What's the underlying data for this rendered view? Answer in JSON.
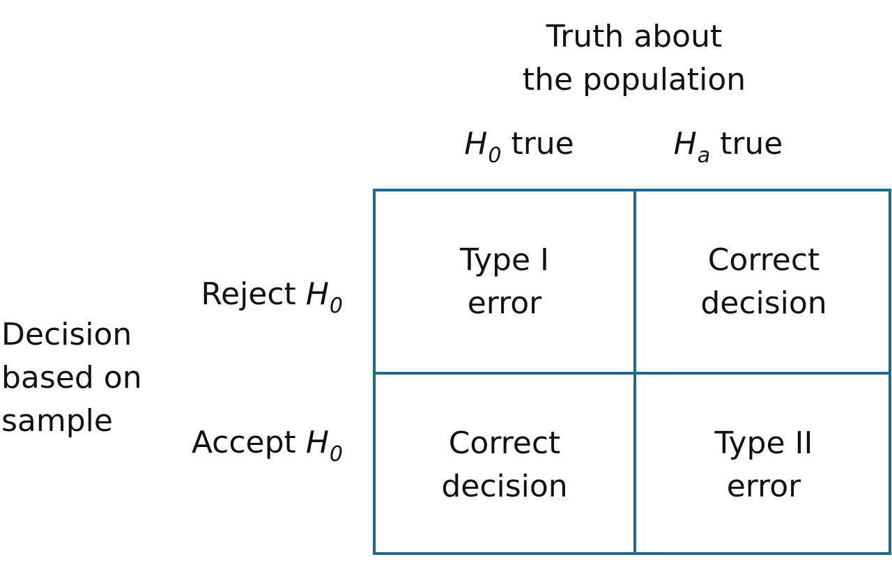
{
  "header": {
    "line1": "Truth about",
    "line2": "the population"
  },
  "columns": [
    {
      "hyp": "H",
      "sub": "0",
      "suffix": "true"
    },
    {
      "hyp": "H",
      "sub": "a",
      "suffix": "true"
    }
  ],
  "row_header": {
    "line1": "Decision",
    "line2": "based on",
    "line3": "sample"
  },
  "rows": [
    {
      "prefix": "Reject",
      "hyp": "H",
      "sub": "0"
    },
    {
      "prefix": "Accept",
      "hyp": "H",
      "sub": "0"
    }
  ],
  "cells": {
    "reject_h0true": {
      "line1": "Type I",
      "line2": "error"
    },
    "reject_hatrue": {
      "line1": "Correct",
      "line2": "decision"
    },
    "accept_h0true": {
      "line1": "Correct",
      "line2": "decision"
    },
    "accept_hatrue": {
      "line1": "Type II",
      "line2": "error"
    }
  },
  "colors": {
    "grid_line": "#1f6a8c",
    "text": "#111111",
    "background": "#ffffff"
  }
}
